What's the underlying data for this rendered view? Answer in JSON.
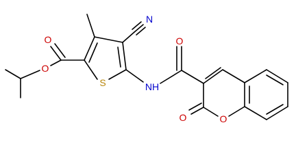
{
  "molecule": {
    "atom_labels": {
      "nitrile_N": "N",
      "ester_carbonyl_O": "O",
      "ester_ether_O": "O",
      "thiophene_S": "S",
      "amide_NH": "NH",
      "amide_carbonyl_O": "O",
      "lactone_carbonyl_O": "O",
      "ring_O": "O"
    },
    "colors": {
      "bond": "#000000",
      "N": "#0000cc",
      "O": "#cc0000",
      "S": "#b8860b"
    }
  }
}
